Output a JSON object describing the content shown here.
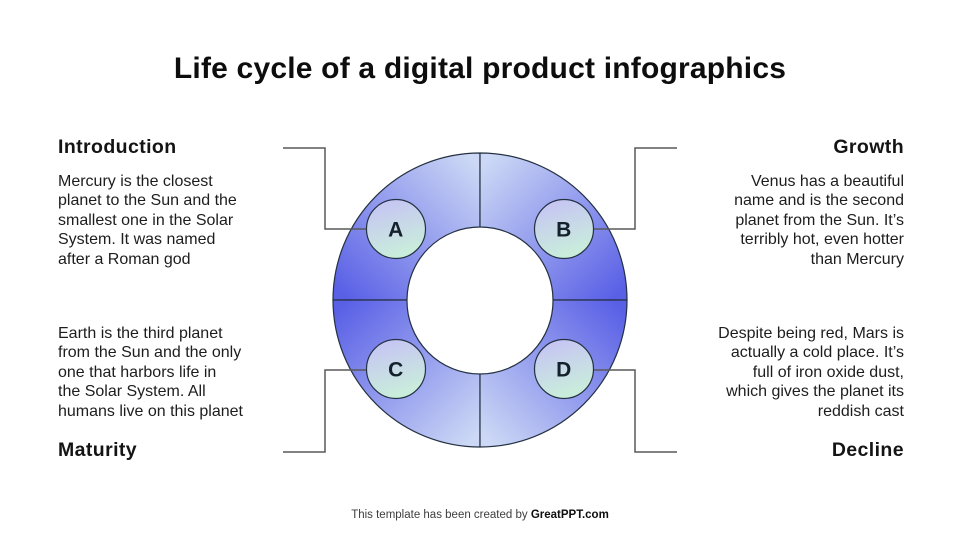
{
  "title": "Life cycle of a digital product infographics",
  "sections": {
    "introduction": {
      "heading": "Introduction",
      "body": "Mercury is the closest\nplanet to the Sun and the\nsmallest one in the Solar\nSystem. It was named\nafter a Roman god"
    },
    "growth": {
      "heading": "Growth",
      "body": "Venus has a beautiful\nname and is the second\nplanet from the Sun. It’s\nterribly hot, even hotter\nthan Mercury"
    },
    "maturity": {
      "heading": "Maturity",
      "body": "Earth is the third planet\nfrom the Sun and the only\none that harbors life in\nthe Solar System. All\nhumans live on this planet"
    },
    "decline": {
      "heading": "Decline",
      "body": "Despite being red, Mars is\nactually a cold place. It’s\nfull of iron oxide dust,\nwhich gives the planet its\nreddish cast"
    }
  },
  "chart": {
    "type": "donut-cycle",
    "segment_labels": [
      "A",
      "B",
      "C",
      "D"
    ],
    "colors": {
      "ring_light": "#ccd8f5",
      "ring_dark": "#5a60e6",
      "circle_lavender": "#c6c5f3",
      "circle_mint": "#c9eddb",
      "outline": "#243142",
      "connector_gray": "#595959"
    }
  },
  "footer": {
    "text": "This template has been created by ",
    "brand": "GreatPPT.com"
  }
}
